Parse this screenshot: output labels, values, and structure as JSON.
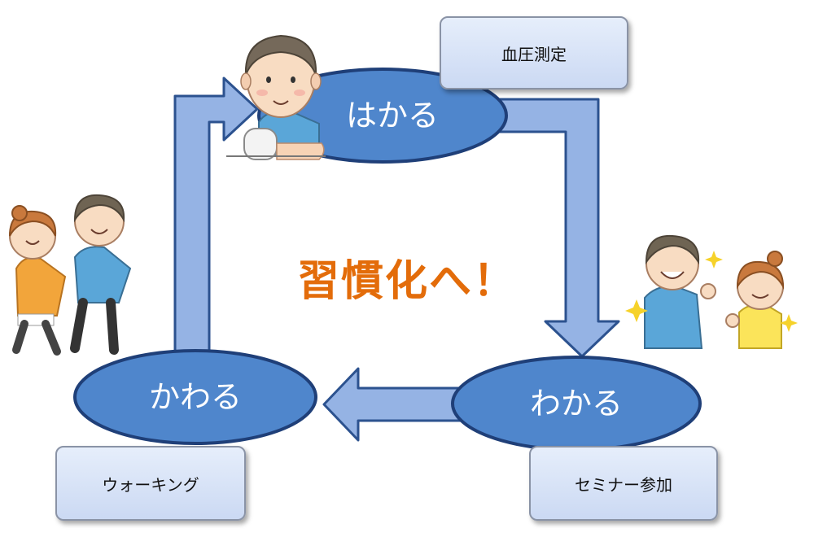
{
  "nodes": {
    "measure": {
      "label": "はかる"
    },
    "understand": {
      "label": "わかる"
    },
    "change": {
      "label": "かわる"
    }
  },
  "boxes": {
    "measure": "血圧測定",
    "seminar": "セミナー参加",
    "walking": "ウォーキング"
  },
  "center_text": "習慣化へ！",
  "colors": {
    "ellipse_fill": "#4f86cc",
    "ellipse_stroke": "#1f3f78",
    "arrow_fill": "#95b3e4",
    "arrow_stroke": "#2c528f",
    "center_text": "#e36c0a"
  },
  "illustrations": [
    "man-measuring-blood-pressure-icon",
    "couple-walking-icon",
    "couple-ok-sign-icon"
  ]
}
